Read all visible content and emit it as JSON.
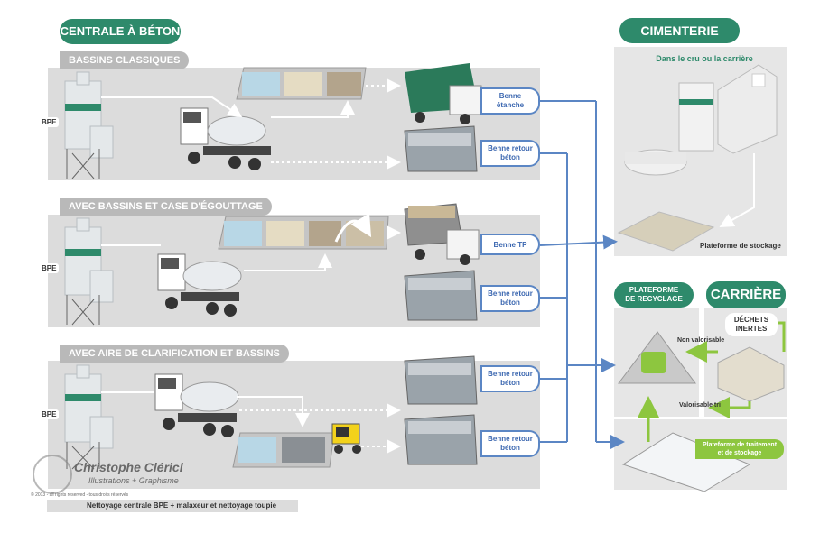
{
  "centrale": {
    "title": "CENTRALE À BÉTON"
  },
  "cimenterie": {
    "title": "CIMENTERIE",
    "subtitle": "Dans le cru ou la carrière",
    "plateforme": "Plateforme de stockage"
  },
  "recyclage": {
    "title_line1": "PLATEFORME",
    "title_line2": "DE RECYCLAGE"
  },
  "carriere": {
    "title": "CARRIÈRE",
    "dechets_line1": "DÉCHETS",
    "dechets_line2": "INERTES",
    "non_valorisable": "Non valorisable",
    "valorisable": "Valorisable tri",
    "plateforme_line1": "Plateforme de traitement",
    "plateforme_line2": "et de stockage"
  },
  "rows": [
    {
      "title": "BASSINS CLASSIQUES",
      "bpe": "BPE",
      "bennes": [
        {
          "line1": "Benne",
          "line2": "étanche"
        },
        {
          "line1": "Benne retour",
          "line2": "béton"
        }
      ]
    },
    {
      "title": "AVEC BASSINS ET CASE D'ÉGOUTTAGE",
      "bpe": "BPE",
      "bennes": [
        {
          "line1": "Benne TP",
          "line2": ""
        },
        {
          "line1": "Benne retour",
          "line2": "béton"
        }
      ]
    },
    {
      "title": "AVEC AIRE DE CLARIFICATION ET BASSINS",
      "bpe": "BPE",
      "bennes": [
        {
          "line1": "Benne retour",
          "line2": "béton"
        },
        {
          "line1": "Benne retour",
          "line2": "béton"
        }
      ]
    }
  ],
  "legend": {
    "text": "Nettoyage centrale BPE + malaxeur et nettoyage toupie"
  },
  "watermark": {
    "name": "Christophe Cléricl",
    "tagline": "Illustrations + Graphisme",
    "copyright": "© 2013 - all rights reserved - tous droits réservés"
  },
  "colors": {
    "green": "#2e8a6b",
    "panel": "#dcdcdc",
    "arrow_blue": "#5b86c4",
    "recycle_green": "#8dc63f"
  }
}
